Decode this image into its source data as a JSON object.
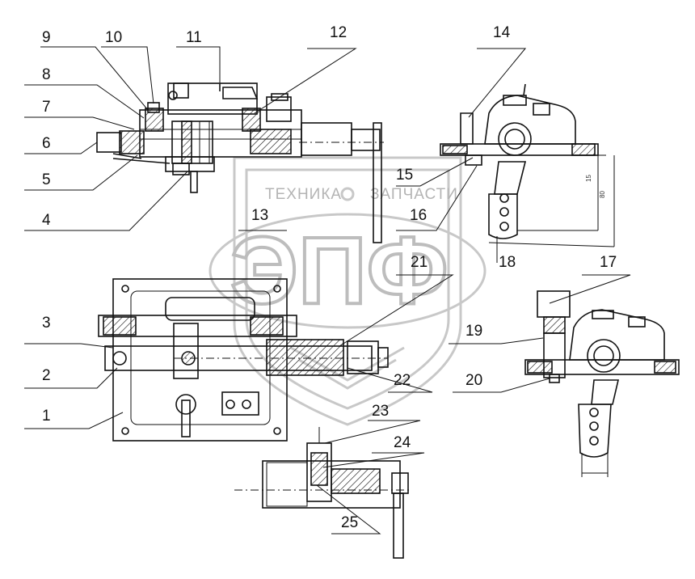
{
  "watermark": {
    "left_text": "ТЕХНИКА",
    "right_text": "ЗАПЧАСТИ",
    "logo_text": "ЭПФ"
  },
  "callouts": {
    "n1": "1",
    "n2": "2",
    "n3": "3",
    "n4": "4",
    "n5": "5",
    "n6": "6",
    "n7": "7",
    "n8": "8",
    "n9": "9",
    "n10": "10",
    "n11": "11",
    "n12": "12",
    "n13": "13",
    "n14": "14",
    "n15": "15",
    "n16": "16",
    "n17": "17",
    "n18": "18",
    "n19": "19",
    "n20": "20",
    "n21": "21",
    "n22": "22",
    "n23": "23",
    "n24": "24",
    "n25": "25"
  },
  "small_marks": {
    "dims_a": "15",
    "dims_b": "80"
  }
}
